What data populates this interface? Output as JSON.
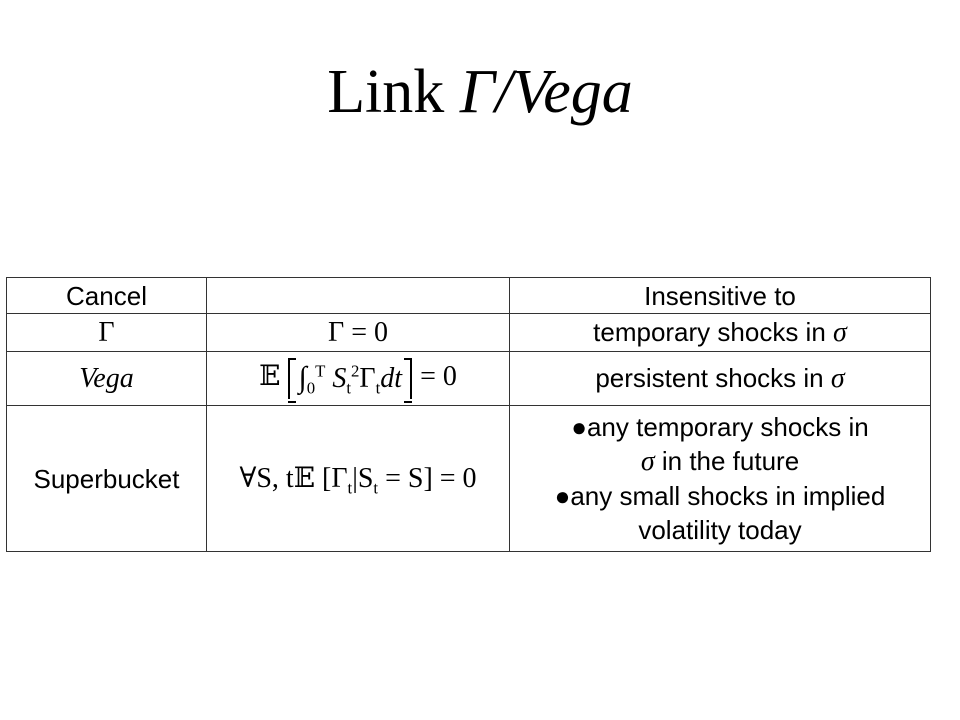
{
  "title": {
    "prefix": "Link",
    "math": "Γ/Vega"
  },
  "table": {
    "header": {
      "col1": "Cancel",
      "col2": "",
      "col3": "Insensitive to"
    },
    "rows": [
      {
        "cancel": "Γ",
        "condition": "Γ = 0",
        "insensitive": "temporary shocks in",
        "insensitive_symbol": "σ"
      },
      {
        "cancel": "Vega",
        "condition_prefix": "𝔼",
        "condition_integral": "∫",
        "condition_lower": "0",
        "condition_upper": "T",
        "condition_body": "S",
        "condition_body_sub": "t",
        "condition_body_sup": "2",
        "condition_gamma": "Γ",
        "condition_gamma_sub": "t",
        "condition_dt": "dt",
        "condition_suffix": "= 0",
        "insensitive": "persistent shocks in",
        "insensitive_symbol": "σ"
      },
      {
        "cancel": "Superbucket",
        "condition": "∀S, t𝔼 [Γ",
        "condition_sub": "t",
        "condition_rest": "|S",
        "condition_rest_sub": "t",
        "condition_end": " = S] = 0",
        "insensitive_lines": [
          "●any temporary shocks in",
          "in the future",
          "●any small shocks in implied",
          "volatility today"
        ],
        "insensitive_symbol": "σ"
      }
    ]
  }
}
